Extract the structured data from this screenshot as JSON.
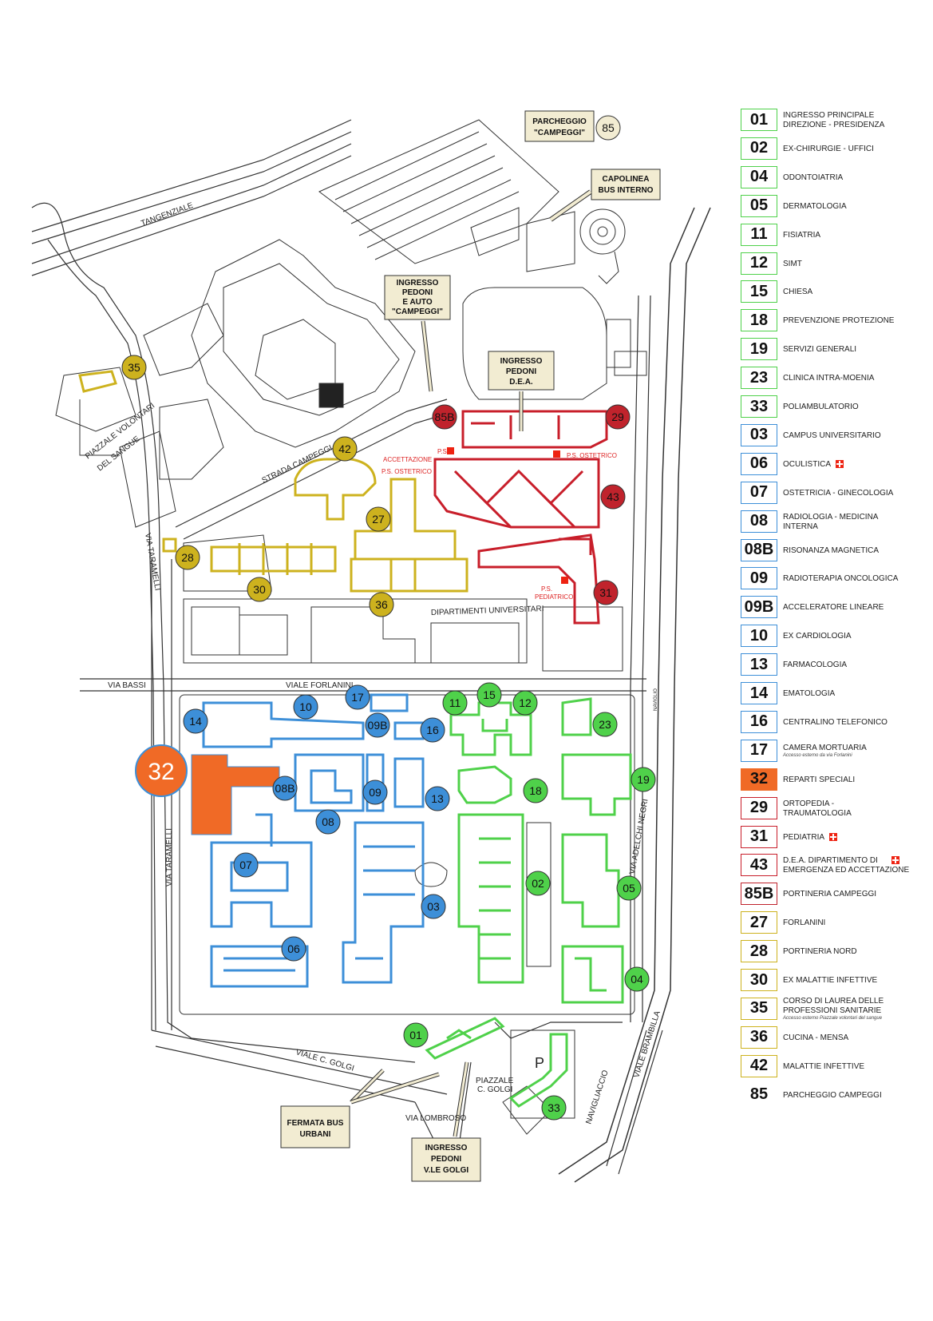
{
  "colors": {
    "green": "#4fd14a",
    "blue": "#3d8fd8",
    "red": "#c81e2a",
    "darkred": "#c0232c",
    "yellow": "#cdb21e",
    "orange": "#f06a26",
    "callout_bg": "#f2ecd2"
  },
  "streets": {
    "tangenziale": "TANGENZIALE",
    "piazzale_volontari": "PIAZZALE VOLONTARI",
    "del_sangue": "DEL SANGUE",
    "strada_campeggi": "STRADA CAMPEGGI",
    "via_taramelli_top": "VIA TARAMELLI",
    "via_taramelli_bottom": "VIA TARAMELLI",
    "via_bassi": "VIA BASSI",
    "viale_forlanini": "VIALE FORLANINI",
    "dipartimenti_universitari": "DIPARTIMENTI UNIVERSITARI",
    "viale_golgi": "VIALE C. GOLGI",
    "piazzale": "PIAZZALE",
    "c_golgi": "C. GOLGI",
    "via_lombroso": "VIA LOMBROSO",
    "via_adelchi_negri": "VIA ADELCHI NEGRI",
    "naviglio_top": "NAVIGLIO",
    "naviglio_bottom": "NAVIGLIACCIO",
    "viale_brambilla": "VIALE BRAMBILLA",
    "parking_p": "P"
  },
  "callouts": {
    "parcheggio": [
      "PARCHEGGIO",
      "\"CAMPEGGI\""
    ],
    "capolinea": [
      "CAPOLINEA",
      "BUS INTERNO"
    ],
    "ingresso_campeggi": [
      "INGRESSO",
      "PEDONI",
      "E AUTO",
      "\"CAMPEGGI\""
    ],
    "ingresso_dea": [
      "INGRESSO",
      "PEDONI",
      "D.E.A."
    ],
    "fermata_bus": [
      "FERMATA BUS",
      "URBANI"
    ],
    "ingresso_golgi": [
      "INGRESSO",
      "PEDONI",
      "V.LE GOLGI"
    ]
  },
  "red_labels": {
    "ps": "P.S.",
    "accettazione": "ACCETTAZIONE",
    "ps_ostetrico": "P.S. OSTETRICO",
    "ps_ostetrico_2": "P.S. OSTETRICO",
    "ps_pediatrico_1": "P.S.",
    "ps_pediatrico_2": "PEDIATRICO"
  },
  "markers": {
    "m85_top": "85",
    "m35": "35",
    "m42": "42",
    "m27": "27",
    "m28": "28",
    "m30": "30",
    "m36": "36",
    "m85b": "85B",
    "m29": "29",
    "m43": "43",
    "m31": "31",
    "m14": "14",
    "m10": "10",
    "m17": "17",
    "m09b": "09B",
    "m16": "16",
    "m32": "32",
    "m08b": "08B",
    "m09": "09",
    "m13": "13",
    "m08": "08",
    "m07": "07",
    "m03": "03",
    "m06": "06",
    "m11": "11",
    "m15": "15",
    "m12": "12",
    "m23": "23",
    "m18": "18",
    "m19": "19",
    "m02": "02",
    "m05": "05",
    "m04": "04",
    "m01": "01",
    "m33": "33"
  },
  "legend": [
    {
      "code": "01",
      "group": "green",
      "label": "INGRESSO PRINCIPALE",
      "label2": "DIREZIONE - PRESIDENZA"
    },
    {
      "code": "02",
      "group": "green",
      "label": "EX-CHIRURGIE - UFFICI"
    },
    {
      "code": "04",
      "group": "green",
      "label": "ODONTOIATRIA"
    },
    {
      "code": "05",
      "group": "green",
      "label": "DERMATOLOGIA"
    },
    {
      "code": "11",
      "group": "green",
      "label": "FISIATRIA"
    },
    {
      "code": "12",
      "group": "green",
      "label": "SIMT"
    },
    {
      "code": "15",
      "group": "green",
      "label": "CHIESA"
    },
    {
      "code": "18",
      "group": "green",
      "label": "PREVENZIONE PROTEZIONE"
    },
    {
      "code": "19",
      "group": "green",
      "label": "SERVIZI GENERALI"
    },
    {
      "code": "23",
      "group": "green",
      "label": "CLINICA INTRA-MOENIA"
    },
    {
      "code": "33",
      "group": "green",
      "label": "POLIAMBULATORIO"
    },
    {
      "code": "03",
      "group": "blue",
      "label": "CAMPUS UNIVERSITARIO"
    },
    {
      "code": "06",
      "group": "blue",
      "label": "OCULISTICA",
      "cross": true
    },
    {
      "code": "07",
      "group": "blue",
      "label": "OSTETRICIA - GINECOLOGIA"
    },
    {
      "code": "08",
      "group": "blue",
      "label": "RADIOLOGIA - MEDICINA",
      "label2": "INTERNA"
    },
    {
      "code": "08B",
      "group": "blue",
      "label": "RISONANZA MAGNETICA"
    },
    {
      "code": "09",
      "group": "blue",
      "label": "RADIOTERAPIA ONCOLOGICA"
    },
    {
      "code": "09B",
      "group": "blue",
      "label": "ACCELERATORE LINEARE"
    },
    {
      "code": "10",
      "group": "blue",
      "label": "EX CARDIOLOGIA"
    },
    {
      "code": "13",
      "group": "blue",
      "label": "FARMACOLOGIA"
    },
    {
      "code": "14",
      "group": "blue",
      "label": "EMATOLOGIA"
    },
    {
      "code": "16",
      "group": "blue",
      "label": "CENTRALINO TELEFONICO"
    },
    {
      "code": "17",
      "group": "blue",
      "label": "CAMERA MORTUARIA",
      "sub": "Accesso esterno da via Forlanini"
    },
    {
      "code": "32",
      "group": "orange",
      "label": "REPARTI SPECIALI"
    },
    {
      "code": "29",
      "group": "red",
      "label": "ORTOPEDIA -",
      "label2": "TRAUMATOLOGIA"
    },
    {
      "code": "31",
      "group": "red",
      "label": "PEDIATRIA",
      "cross": true
    },
    {
      "code": "43",
      "group": "red",
      "label": "D.E.A. DIPARTIMENTO DI",
      "label2": "EMERGENZA ED ACCETTAZIONE",
      "cross": true
    },
    {
      "code": "85B",
      "group": "darkred",
      "label": "PORTINERIA CAMPEGGI"
    },
    {
      "code": "27",
      "group": "yellow",
      "label": "FORLANINI"
    },
    {
      "code": "28",
      "group": "yellow",
      "label": "PORTINERIA NORD"
    },
    {
      "code": "30",
      "group": "yellow",
      "label": "EX MALATTIE INFETTIVE"
    },
    {
      "code": "35",
      "group": "yellow",
      "label": "CORSO DI LAUREA DELLE",
      "label2": "PROFESSIONI SANITARIE",
      "sub": "Accesso esterno Piazzale volontari del sangue"
    },
    {
      "code": "36",
      "group": "yellow",
      "label": "CUCINA - MENSA"
    },
    {
      "code": "42",
      "group": "yellow",
      "label": "MALATTIE INFETTIVE"
    },
    {
      "code": "85",
      "group": "none",
      "label": "PARCHEGGIO CAMPEGGI"
    }
  ]
}
